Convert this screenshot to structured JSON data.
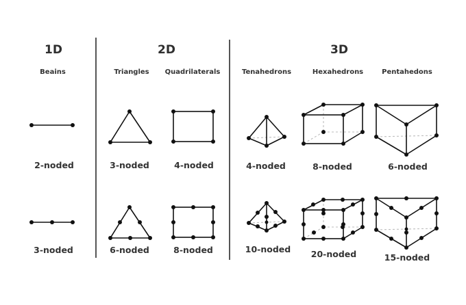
{
  "headers": {
    "d1": "1D",
    "d2": "2D",
    "d3": "3D"
  },
  "types": {
    "beams": "Beains",
    "triangles": "Triangles",
    "quadrilaterals": "Quadrilaterals",
    "tetrahedrons": "Tenahedrons",
    "hexahedrons": "Hexahedrons",
    "pentahedrons": "Pentahedons"
  },
  "labels": {
    "beam2": "2-noded",
    "beam3": "3-noded",
    "tri3": "3-noded",
    "tri6": "6-noded",
    "quad4": "4-noded",
    "quad8": "8-noded",
    "tet4": "4-noded",
    "tet10": "10-noded",
    "hex8": "8-noded",
    "hex20": "20-noded",
    "pent6": "6-noded",
    "pent15": "15-noded"
  },
  "colors": {
    "line": "#111111",
    "node": "#111111",
    "text": "#2f2f2f",
    "hidden_edge": "#bbbbbb"
  }
}
